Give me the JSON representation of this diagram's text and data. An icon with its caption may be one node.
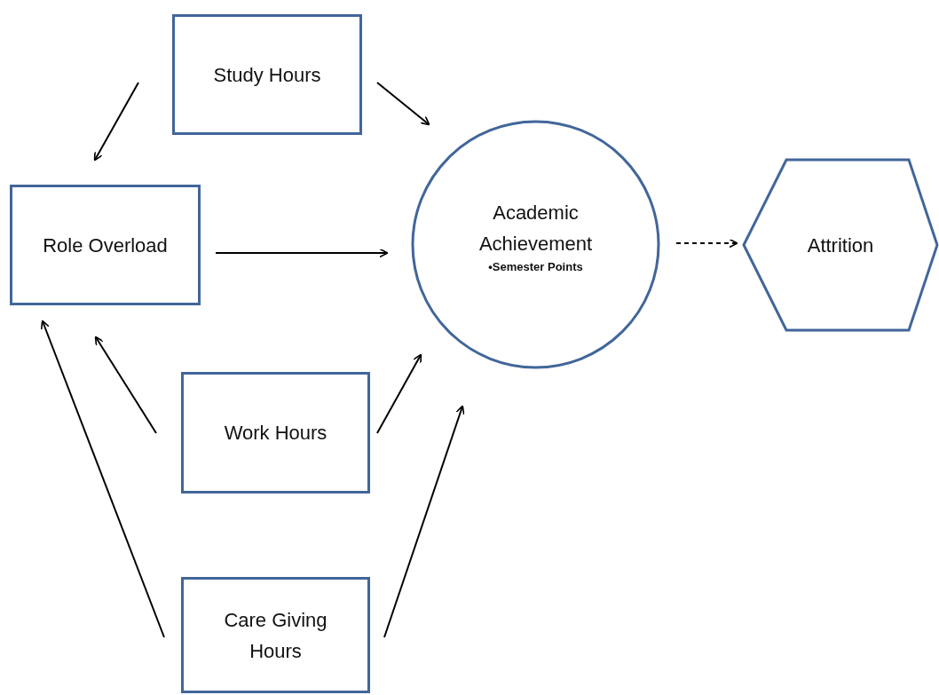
{
  "diagram": {
    "nodes": [
      {
        "text": [
          "Study Hours"
        ]
      },
      {
        "text": [
          "Role Overload"
        ]
      },
      {
        "text": [
          "Academic Achievement",
          "•Semester Points"
        ]
      },
      {
        "text": [
          "Attrition"
        ]
      },
      {
        "text": [
          "Work Hours"
        ]
      },
      {
        "text": [
          "Care Giving Hours"
        ]
      }
    ],
    "edges": [
      {
        "from": 0,
        "to": 1,
        "arrow": "to"
      },
      {
        "from": 0,
        "to": 2,
        "arrow": "to"
      },
      {
        "from": 1,
        "to": 2,
        "arrow": "to"
      },
      {
        "from": 2,
        "to": 3,
        "arrow": "to",
        "style": "dashed"
      },
      {
        "from": 4,
        "to": 1,
        "arrow": "to"
      },
      {
        "from": 4,
        "to": 2,
        "arrow": "to"
      },
      {
        "from": 5,
        "to": 1,
        "arrow": "to"
      },
      {
        "from": 5,
        "to": 2,
        "arrow": "to"
      }
    ]
  }
}
